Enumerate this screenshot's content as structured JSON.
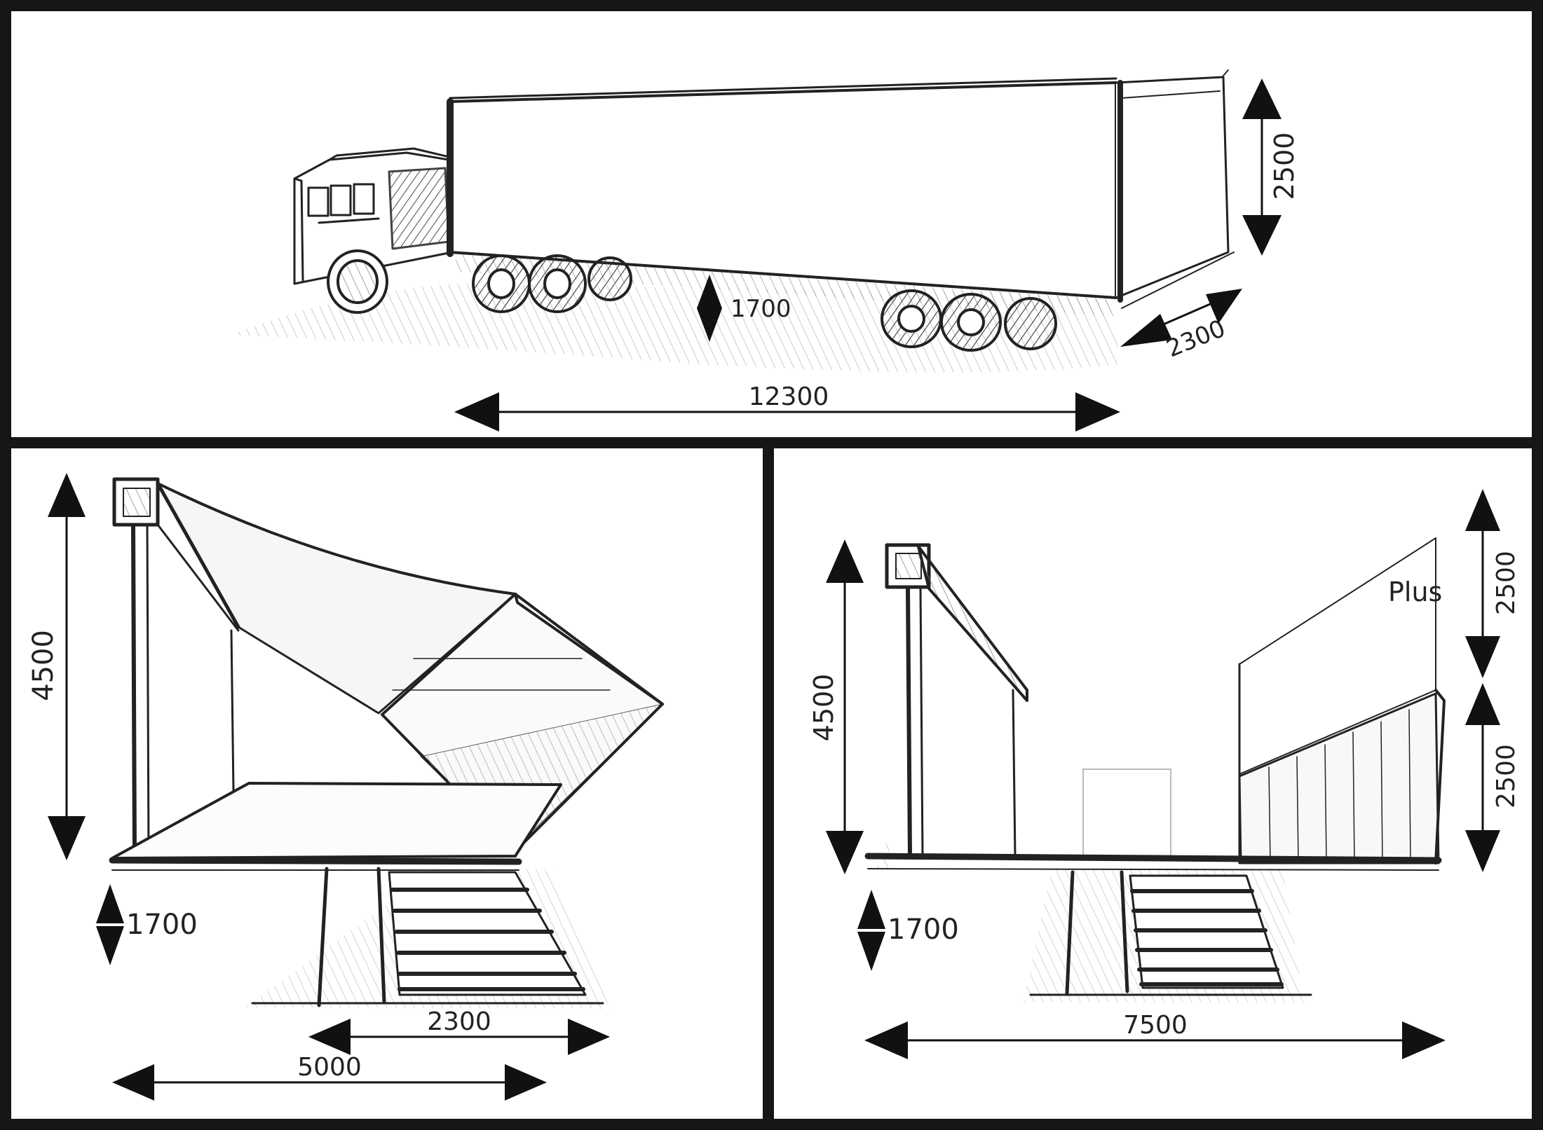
{
  "colors": {
    "ink": "#1f1f1f",
    "frame": "#161616",
    "paper": "#ffffff",
    "shade": "#9a9a9a"
  },
  "truck_view": {
    "length_label": "12300",
    "height_label": "2500",
    "width_label": "2300",
    "floor_height_label": "1700"
  },
  "stage_view": {
    "height_label": "4500",
    "floor_height_label": "1700",
    "depth_label": "2300",
    "width_label": "5000"
  },
  "plus_view": {
    "height_label": "4500",
    "floor_height_label": "1700",
    "upper_extension_label": "2500",
    "lower_extension_label": "2500",
    "width_label": "7500",
    "plus_label": "Plus"
  }
}
